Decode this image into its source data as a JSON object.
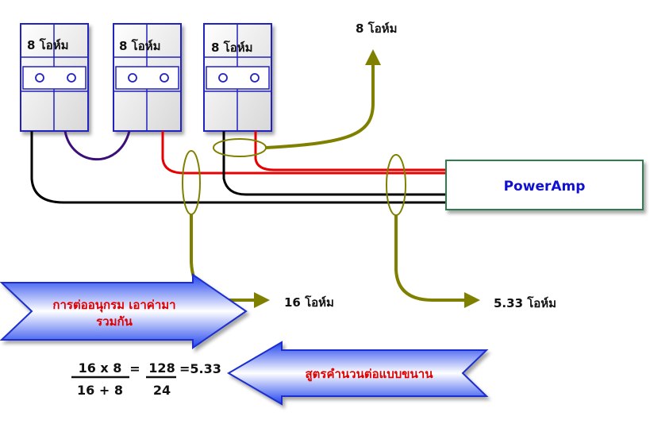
{
  "speakers": [
    {
      "label": "8 โอห์ม"
    },
    {
      "label": "8 โอห์ม"
    },
    {
      "label": "8 โอห์ม"
    }
  ],
  "amp": {
    "label": "PowerAmp"
  },
  "results": {
    "top": "8 โอห์ม",
    "series": "16 โอห์ม",
    "parallel": "5.33 โอห์ม"
  },
  "arrows": {
    "series_note": [
      "การต่ออนุกรม เอาค่ามา",
      "รวมกัน"
    ],
    "parallel_note": "สูตรคำนวนต่อแบบขนาน"
  },
  "formula": {
    "num1": "16 x 8",
    "den1": "16 + 8",
    "eq1": "=",
    "num2": "128",
    "den2": "24",
    "result": "=5.33"
  },
  "colors": {
    "wire_black": "#000000",
    "wire_red": "#e60000",
    "wire_purple": "#3a0f7a",
    "olive": "#808000",
    "box_border": "#2020c0",
    "amp_border": "#2e7d4f",
    "amp_text": "#1010d0",
    "note_text": "#e00000"
  }
}
